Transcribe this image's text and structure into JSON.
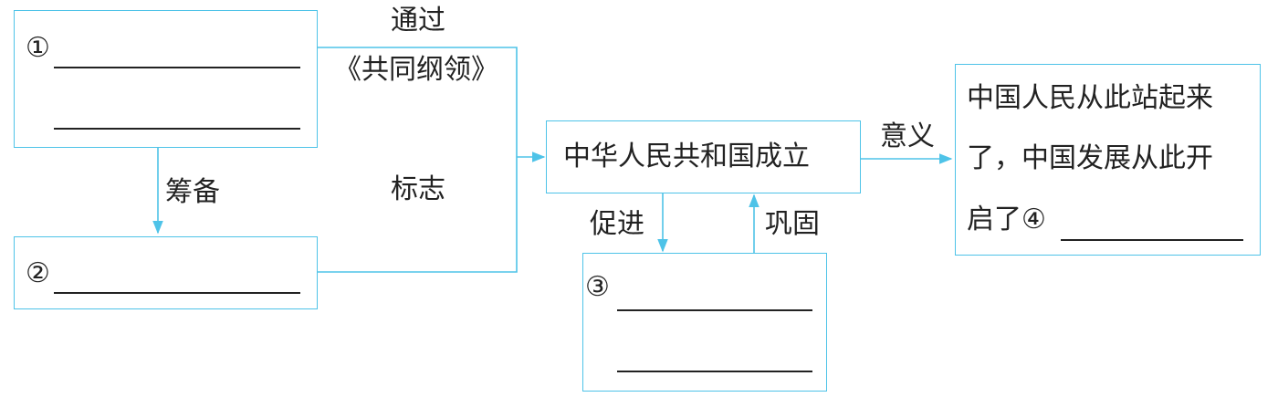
{
  "boxes": {
    "box1": {
      "marker": "①"
    },
    "box2": {
      "marker": "②"
    },
    "box3": {
      "marker": "③"
    },
    "center": {
      "label": "中华人民共和国成立"
    },
    "result": {
      "line1": "中国人民从此站起来",
      "line2": "了，中国发展从此开",
      "line3": "启了④"
    }
  },
  "edge_labels": {
    "pass_through": "通过",
    "common_program": "《共同纲领》",
    "prepare": "筹备",
    "mark": "标志",
    "significance": "意义",
    "promote": "促进",
    "consolidate": "巩固"
  },
  "colors": {
    "box_border": "#4ec3e8",
    "arrow": "#4ec3e8",
    "text": "#222222"
  }
}
